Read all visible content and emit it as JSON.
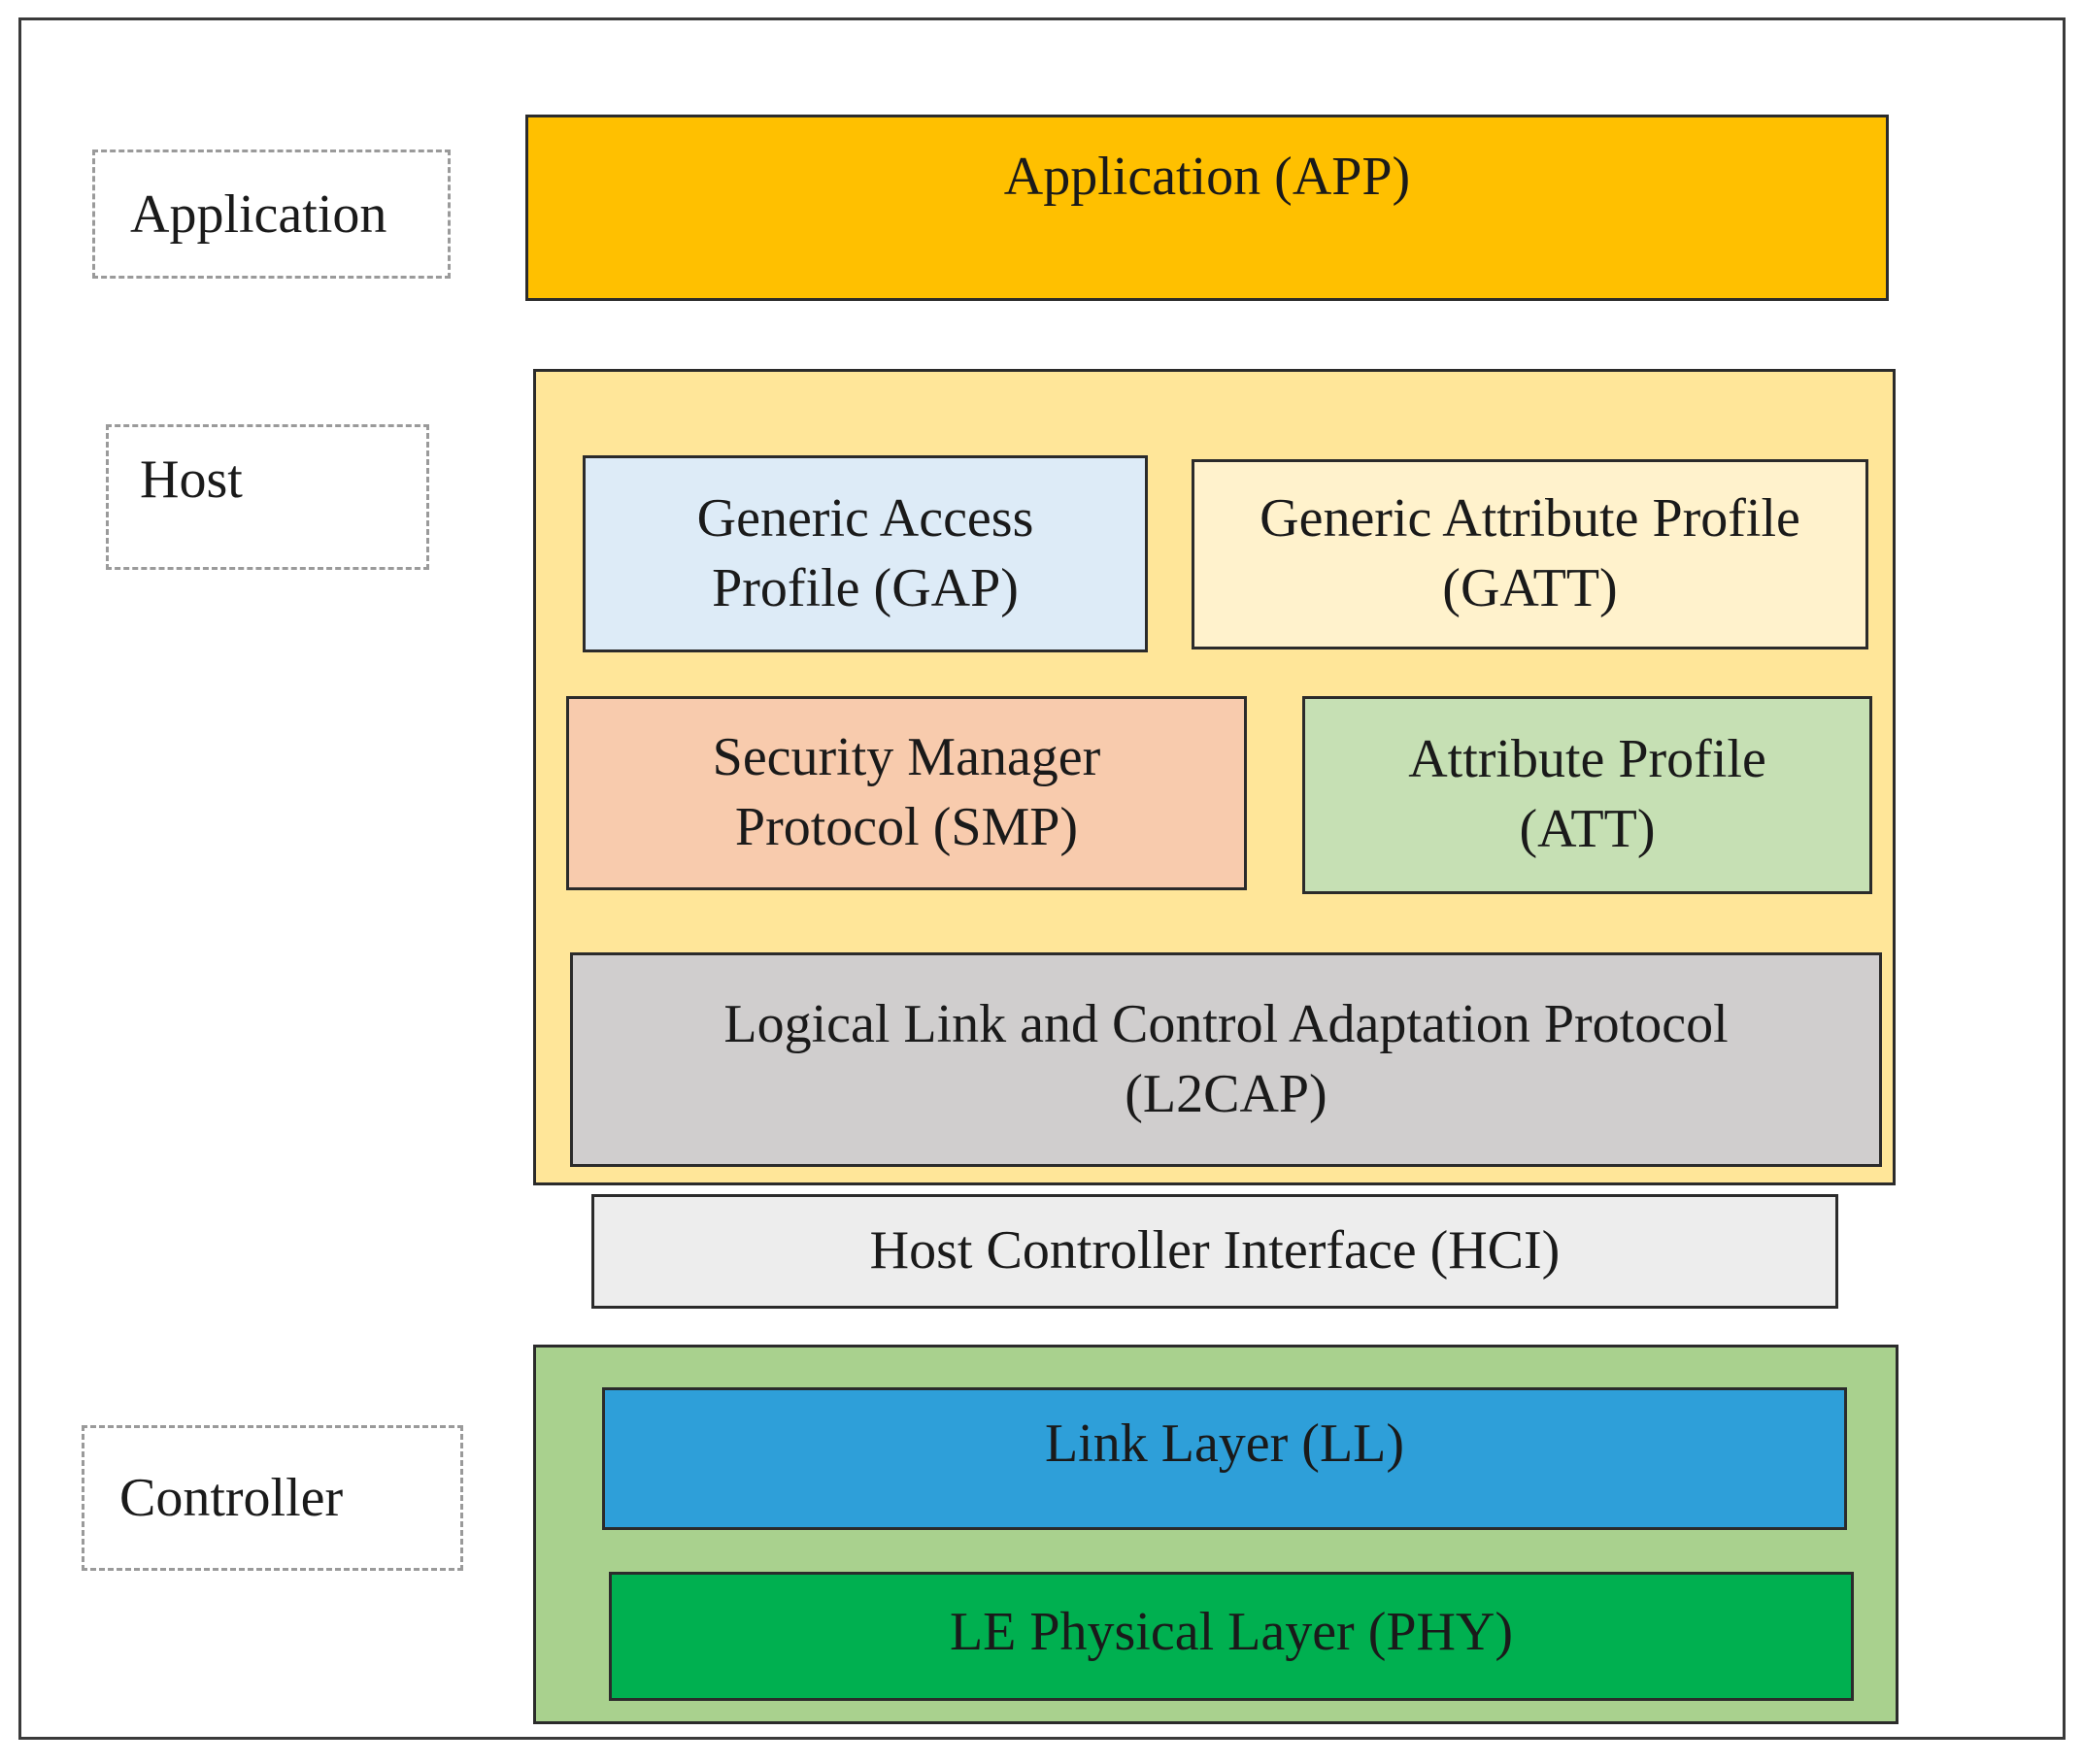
{
  "roles": {
    "application": "Application",
    "host": "Host",
    "controller": "Controller"
  },
  "layers": {
    "app": {
      "line1": "Application (APP)"
    },
    "gap": {
      "line1": "Generic Access",
      "line2": "Profile (GAP)"
    },
    "gatt": {
      "line1": "Generic Attribute Profile",
      "line2": "(GATT)"
    },
    "smp": {
      "line1": "Security Manager",
      "line2": "Protocol (SMP)"
    },
    "att": {
      "line1": "Attribute Profile",
      "line2": "(ATT)"
    },
    "l2cap": {
      "line1": "Logical Link and Control Adaptation Protocol",
      "line2": "(L2CAP)"
    },
    "hci": {
      "line1": "Host Controller Interface (HCI)"
    },
    "ll": {
      "line1": "Link Layer (LL)"
    },
    "phy": {
      "line1": "LE Physical Layer (PHY)"
    }
  },
  "colors": {
    "app": "#ffc000",
    "host_group": "#ffe699",
    "gap": "#ddebf7",
    "gatt": "#fff2cc",
    "smp": "#f8cbad",
    "att": "#c6e0b4",
    "l2cap": "#d0cece",
    "hci": "#ededed",
    "controller_group": "#a9d18e",
    "ll": "#2e9fd9",
    "phy": "#00b050"
  }
}
